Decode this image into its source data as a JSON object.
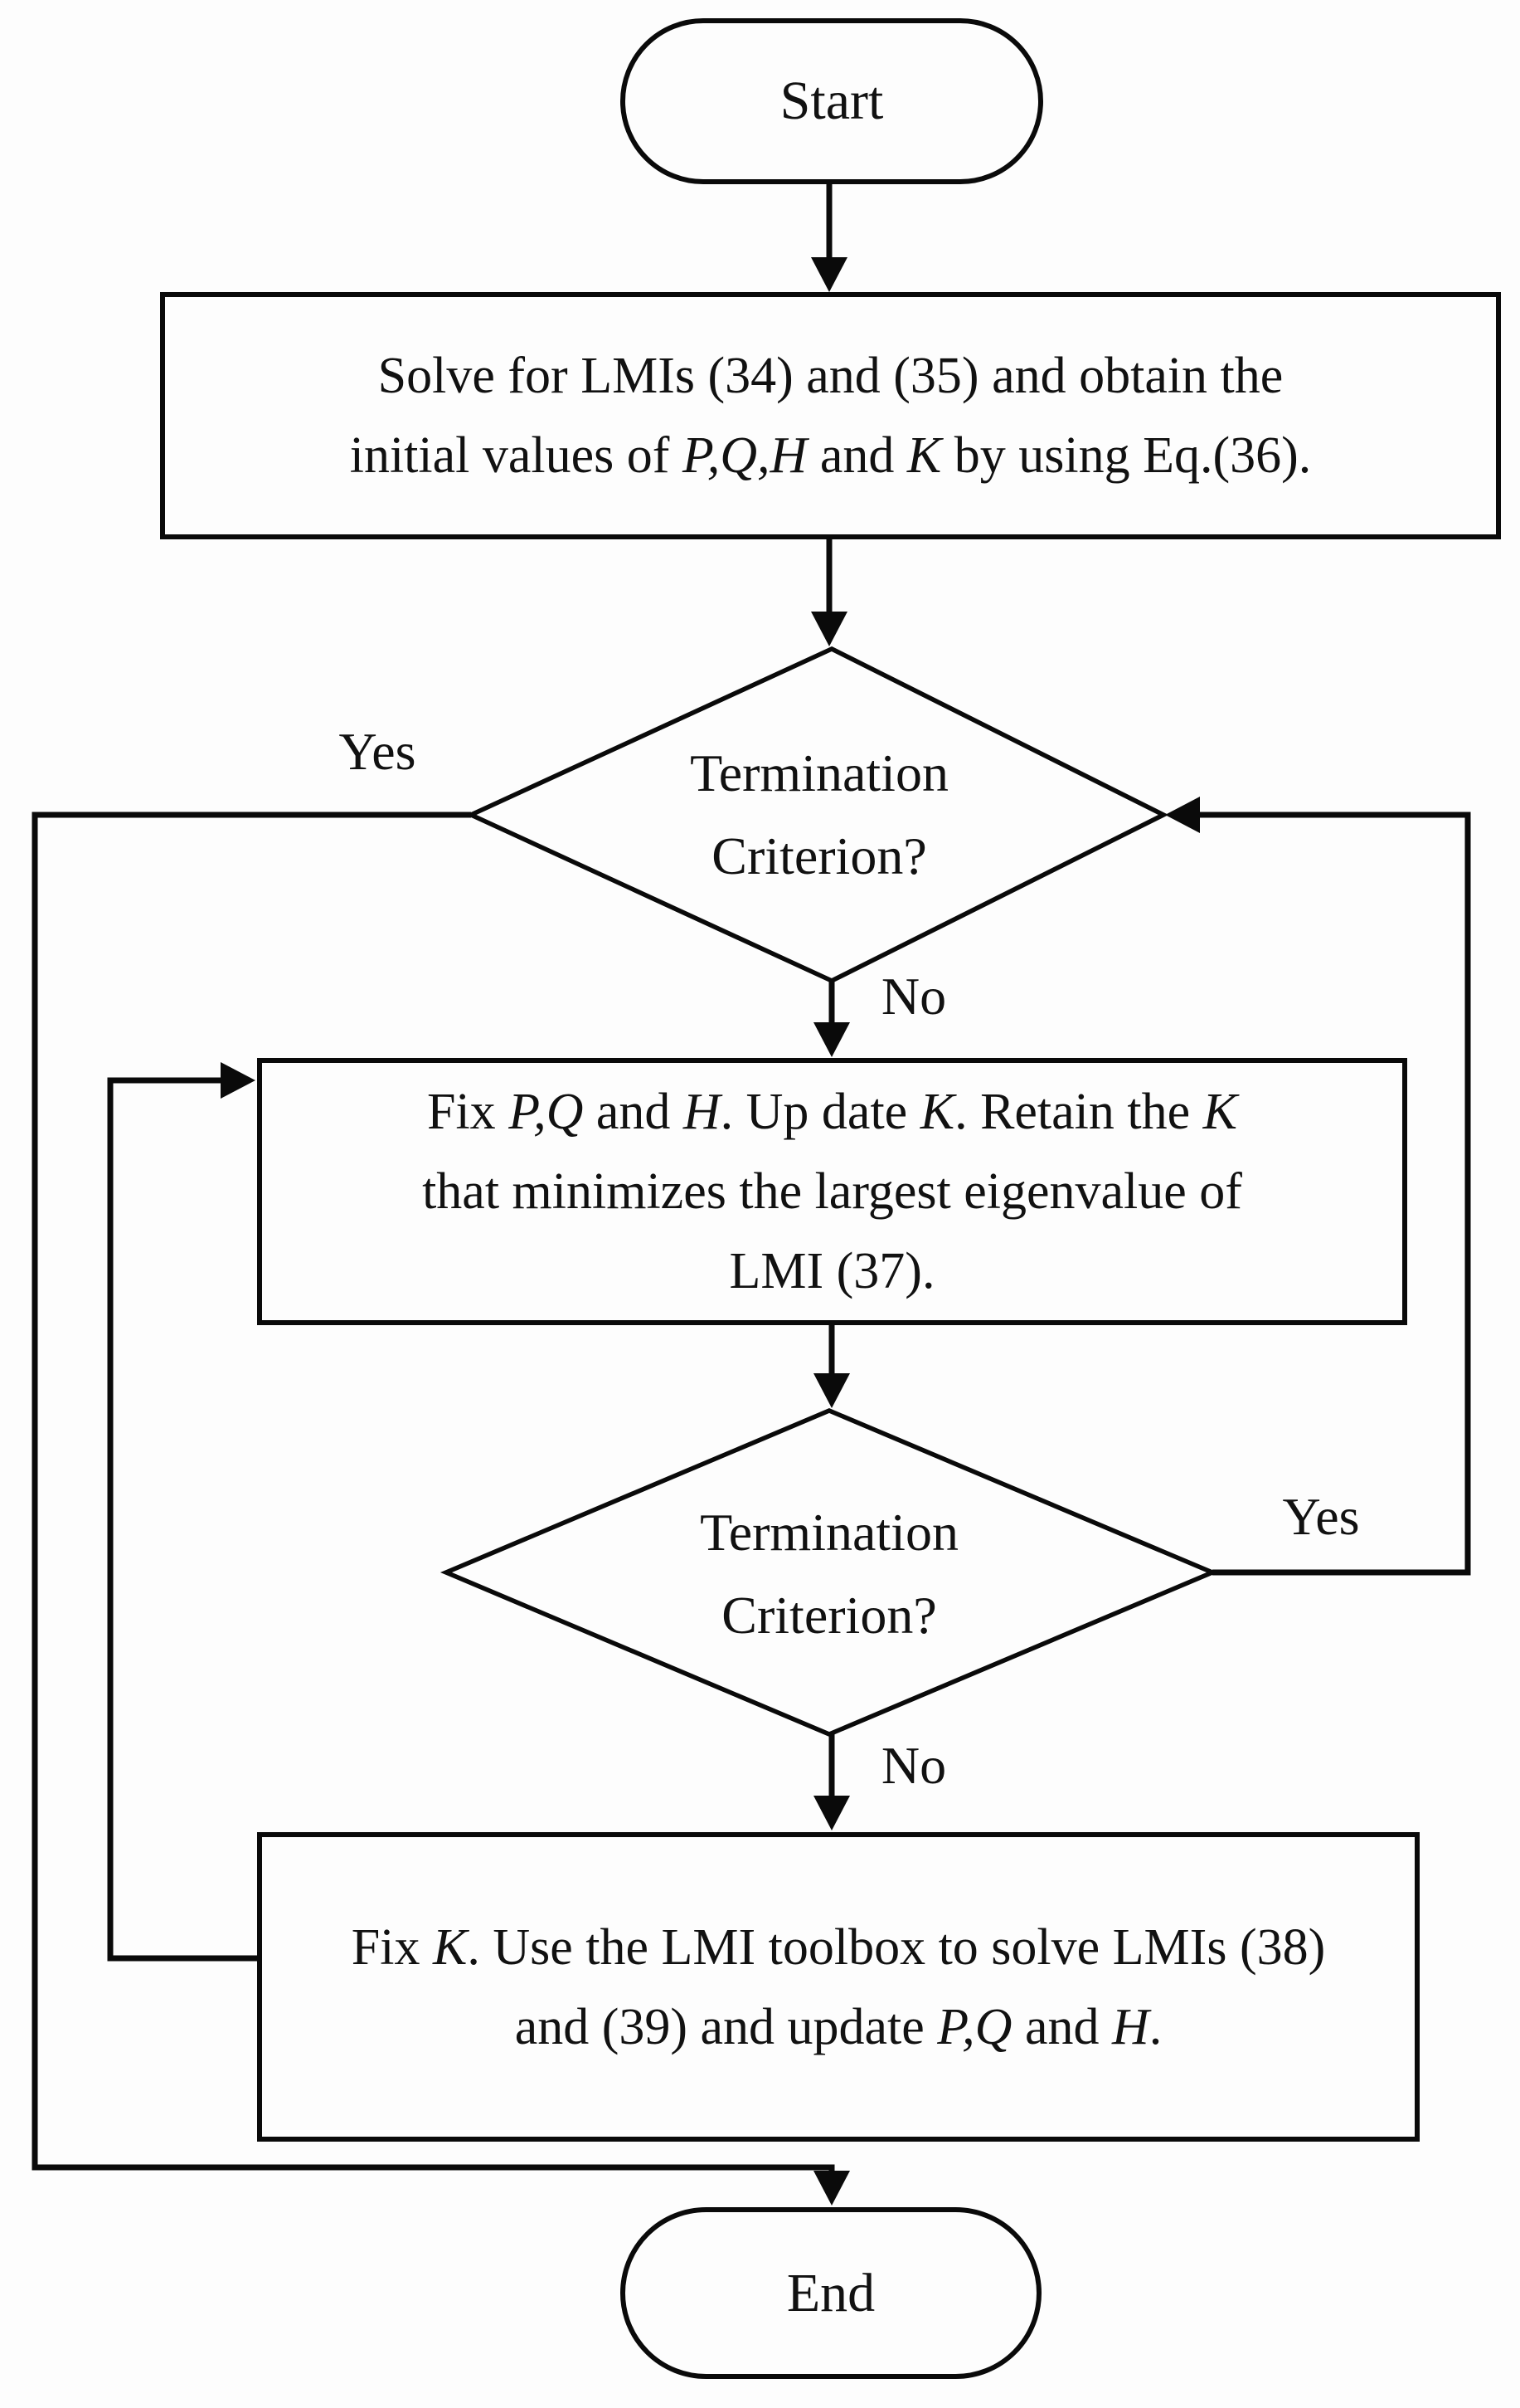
{
  "flowchart": {
    "background": "#fdfdfd",
    "stroke_color": "#0a0a0a",
    "text_color": "#111111",
    "start": {
      "label": "Start"
    },
    "end": {
      "label": "End"
    },
    "process1": {
      "lines": [
        [
          {
            "t": "Solve for LMIs (34) and (35) and obtain the"
          }
        ],
        [
          {
            "t": "initial values of "
          },
          {
            "t": "P,Q,H",
            "i": true
          },
          {
            "t": " and "
          },
          {
            "t": "K",
            "i": true
          },
          {
            "t": " by using Eq.(36)."
          }
        ]
      ]
    },
    "decision1": {
      "line1": "Termination",
      "line2": "Criterion?",
      "yes": "Yes",
      "no": "No"
    },
    "process2": {
      "lines": [
        [
          {
            "t": "Fix "
          },
          {
            "t": "P,Q",
            "i": true
          },
          {
            "t": " and "
          },
          {
            "t": "H",
            "i": true
          },
          {
            "t": ". Up date "
          },
          {
            "t": "K",
            "i": true
          },
          {
            "t": ". Retain the "
          },
          {
            "t": "K",
            "i": true
          }
        ],
        [
          {
            "t": "that minimizes the largest eigenvalue of"
          }
        ],
        [
          {
            "t": "LMI (37)."
          }
        ]
      ]
    },
    "decision2": {
      "line1": "Termination",
      "line2": "Criterion?",
      "yes": "Yes",
      "no": "No"
    },
    "process3": {
      "lines": [
        [
          {
            "t": "Fix "
          },
          {
            "t": "K",
            "i": true
          },
          {
            "t": ". Use the LMI toolbox to solve LMIs (38)"
          }
        ],
        [
          {
            "t": "and (39) and update "
          },
          {
            "t": "P,Q",
            "i": true
          },
          {
            "t": " and "
          },
          {
            "t": "H",
            "i": true
          },
          {
            "t": "."
          }
        ]
      ]
    }
  }
}
